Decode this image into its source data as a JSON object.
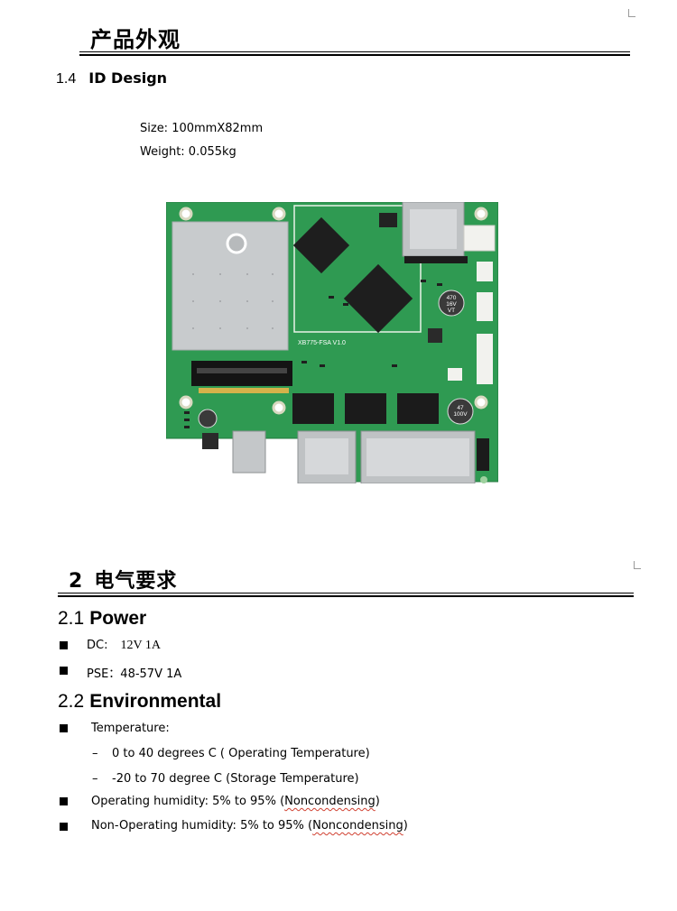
{
  "sections": {
    "product": {
      "title": "产品外观"
    },
    "id_design": {
      "number": "1.4",
      "title": "ID Design"
    },
    "electrical": {
      "number": "2",
      "title": "电气要求"
    },
    "power": {
      "number": "2.1",
      "title": "Power"
    },
    "environmental": {
      "number": "2.2",
      "title": "Environmental"
    }
  },
  "specs": {
    "size": "Size: 100mmX82mm",
    "weight": "Weight: 0.055kg"
  },
  "board": {
    "model_label": "XB775-FSA V1.0",
    "capacitor_a": [
      "470",
      "16V",
      "VT"
    ],
    "capacitor_b": [
      "47",
      "100V"
    ],
    "colors": {
      "pcb": "#2f9a52",
      "shield": "#c8cbcd",
      "chip": "#1e1e1e"
    }
  },
  "power": {
    "dc_label": "DC:",
    "dc_value": "12V 1A",
    "pse": "PSE：48-57V 1A"
  },
  "environmental": {
    "temperature": "Temperature:",
    "operating_temp": "0 to 40 degrees C ( Operating Temperature)",
    "storage_temp": "-20 to 70 degree C (Storage Temperature)",
    "op_humidity_prefix": "Operating humidity: 5% to 95% (",
    "non_op_humidity_prefix": "Non-Operating humidity: 5% to 95% (",
    "noncondensing": "Noncondensing",
    "close_paren": ")"
  }
}
